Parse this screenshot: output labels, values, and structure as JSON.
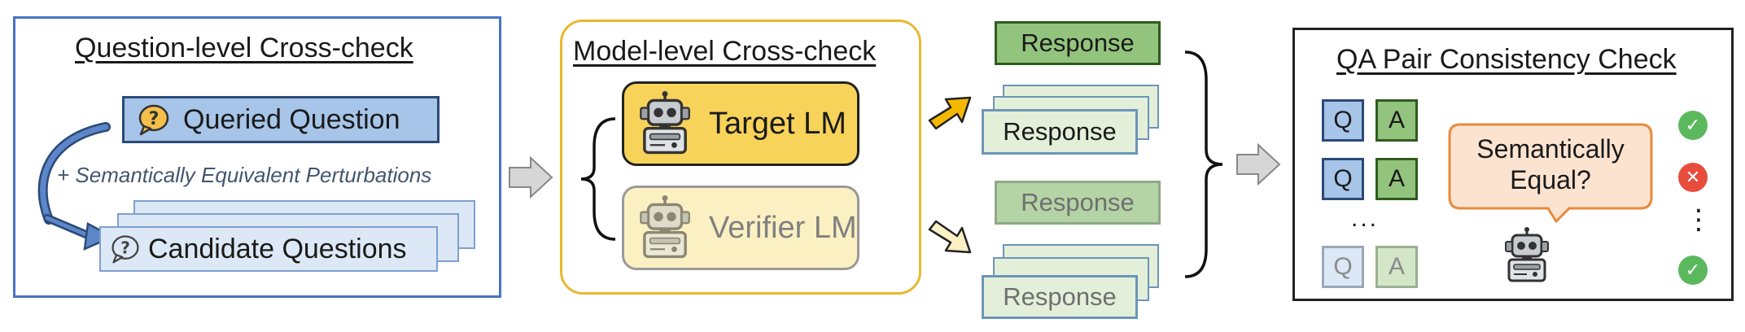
{
  "question_panel": {
    "title": "Question-level Cross-check",
    "queried_question": "Queried Question",
    "perturbation_note": "+ Semantically Equivalent Perturbations",
    "candidate_questions": "Candidate Questions"
  },
  "model_panel": {
    "title": "Model-level Cross-check",
    "target_lm": "Target LM",
    "verifier_lm": "Verifier LM"
  },
  "responses": {
    "label": "Response"
  },
  "qa_panel": {
    "title": "QA Pair Consistency Check",
    "q_label": "Q",
    "a_label": "A",
    "ellipsis": "...",
    "speech": "Semantically Equal?",
    "vertical_dots": "⋮",
    "status_rows": [
      "check",
      "cross",
      "check"
    ]
  },
  "colors": {
    "blue_border": "#4a72c4",
    "yellow_border": "#e8b830",
    "target_fill": "#f7d35a",
    "verifier_fill": "#fbf0c2",
    "question_fill": "#a7c5e8",
    "response_fill": "#93c47d",
    "check_green": "#5cb85c",
    "cross_red": "#e74c3c",
    "speech_fill": "#fbe3d0",
    "speech_border": "#e88a3c"
  },
  "icons": [
    "question-bubble-icon",
    "robot-icon",
    "check-circle-icon",
    "cross-circle-icon"
  ]
}
